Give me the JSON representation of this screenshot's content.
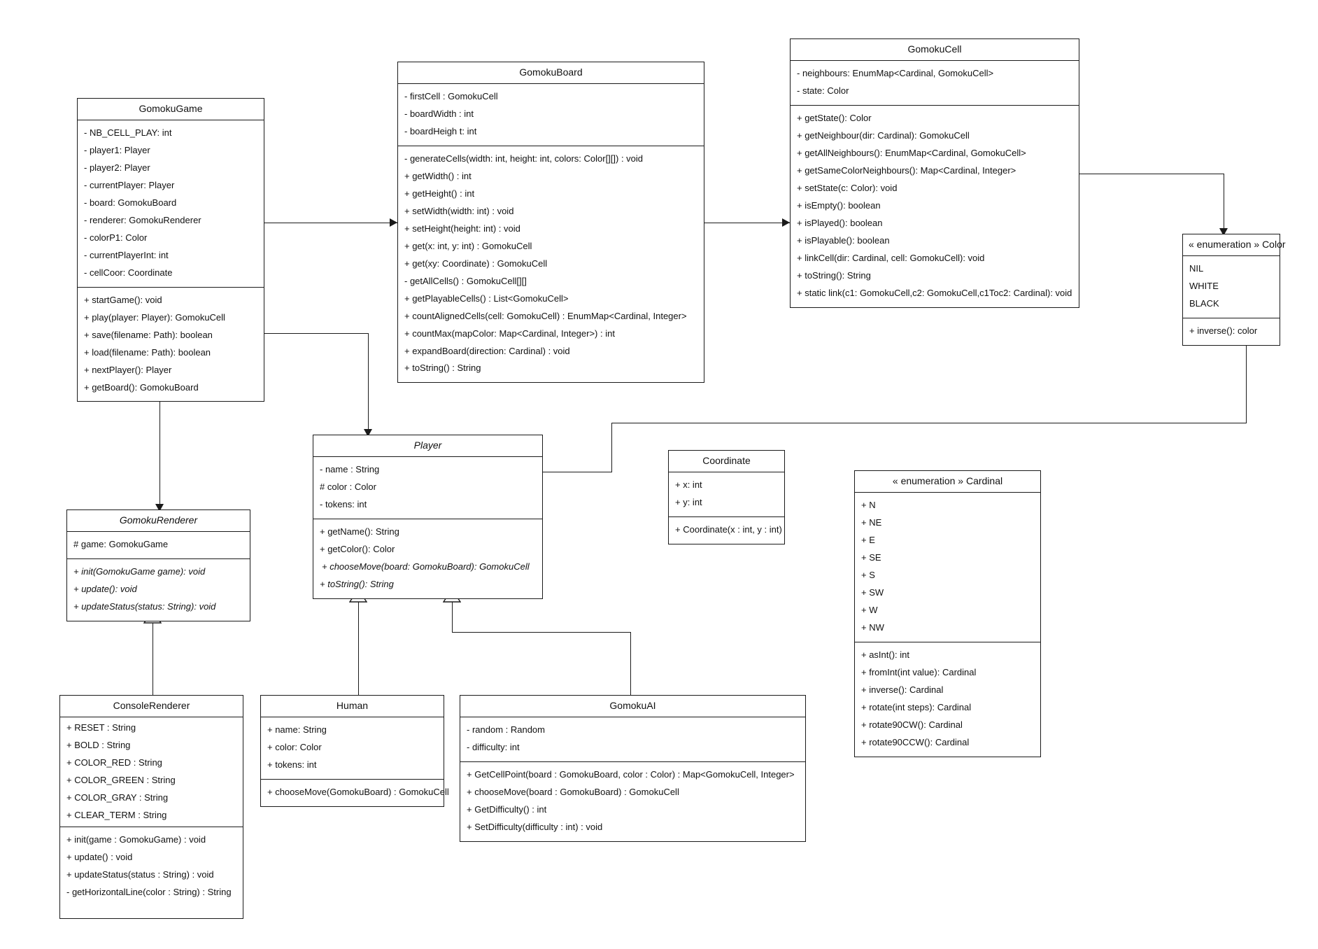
{
  "diagram": {
    "type": "uml-class-diagram",
    "title": "Gomoku class diagram"
  },
  "classes": {
    "gomoku_game": {
      "name": "GomokuGame",
      "attributes": [
        "- NB_CELL_PLAY: int",
        "- player1: Player",
        "- player2: Player",
        "- currentPlayer: Player",
        "- board: GomokuBoard",
        "- renderer: GomokuRenderer",
        "- colorP1: Color",
        "- currentPlayerInt: int",
        "- cellCoor: Coordinate"
      ],
      "methods": [
        "+ startGame(): void",
        "+ play(player: Player): GomokuCell",
        "+ save(filename: Path): boolean",
        "+ load(filename: Path): boolean",
        "+ nextPlayer(): Player",
        "+ getBoard(): GomokuBoard"
      ]
    },
    "gomoku_board": {
      "name": "GomokuBoard",
      "attributes": [
        "- firstCell : GomokuCell",
        "- boardWidth : int",
        "- boardHeigh t: int"
      ],
      "methods": [
        "- generateCells(width: int, height: int, colors: Color[][]) : void",
        "+ getWidth() : int",
        "+ getHeight() : int",
        "+ setWidth(width: int) : void",
        "+ setHeight(height: int) : void",
        "+ get(x: int, y: int) : GomokuCell",
        "+ get(xy: Coordinate) : GomokuCell",
        "- getAllCells() : GomokuCell[][]",
        "+ getPlayableCells() : List<GomokuCell>",
        "+ countAlignedCells(cell: GomokuCell) : EnumMap<Cardinal, Integer>",
        "+ countMax(mapColor: Map<Cardinal, Integer>) : int",
        "+ expandBoard(direction: Cardinal) : void",
        "+ toString() : String"
      ]
    },
    "gomoku_cell": {
      "name": "GomokuCell",
      "attributes": [
        "- neighbours: EnumMap<Cardinal, GomokuCell>",
        "- state: Color"
      ],
      "methods": [
        "+ getState(): Color",
        "+ getNeighbour(dir: Cardinal): GomokuCell",
        "+ getAllNeighbours(): EnumMap<Cardinal, GomokuCell>",
        "+ getSameColorNeighbours(): Map<Cardinal, Integer>",
        "+ setState(c: Color): void",
        "+ isEmpty(): boolean",
        "+ isPlayed(): boolean",
        "+ isPlayable(): boolean",
        "+ linkCell(dir: Cardinal, cell: GomokuCell): void",
        "+ toString(): String",
        "+ static link(c1: GomokuCell,c2: GomokuCell,c1Toc2: Cardinal): void"
      ]
    },
    "color_enum": {
      "name": "« enumeration » Color",
      "attributes": [
        "NIL",
        "WHITE",
        "BLACK"
      ],
      "methods": [
        "+ inverse(): color"
      ]
    },
    "player": {
      "name": "Player",
      "abstract": true,
      "attributes": [
        "- name : String",
        "# color : Color",
        "- tokens: int"
      ],
      "methods": [
        "+ getName(): String",
        "+ getColor(): Color",
        "+ chooseMove(board: GomokuBoard): GomokuCell",
        "+ toString(): String"
      ],
      "abstract_methods": [
        "+ chooseMove(board: GomokuBoard): GomokuCell",
        "+ toString(): String"
      ]
    },
    "coordinate": {
      "name": "Coordinate",
      "attributes": [
        "+ x: int",
        "+ y: int"
      ],
      "methods": [
        "+ Coordinate(x : int, y : int)"
      ]
    },
    "cardinal_enum": {
      "name": "« enumeration » Cardinal",
      "attributes": [
        "+ N",
        "+ NE",
        "+ E",
        "+ SE",
        "+ S",
        "+ SW",
        "+ W",
        "+ NW"
      ],
      "methods": [
        "+ asInt(): int",
        "+ fromInt(int value): Cardinal",
        "+ inverse(): Cardinal",
        "+ rotate(int steps): Cardinal",
        "+ rotate90CW(): Cardinal",
        "+ rotate90CCW(): Cardinal"
      ]
    },
    "gomoku_renderer": {
      "name": "GomokuRenderer",
      "abstract": true,
      "attributes": [
        "# game: GomokuGame"
      ],
      "methods": [
        "+ init(GomokuGame game): void",
        "+ update(): void",
        "+ updateStatus(status: String): void"
      ]
    },
    "console_renderer": {
      "name": "ConsoleRenderer",
      "attributes": [
        "+ RESET : String",
        "+ BOLD : String",
        "+ COLOR_RED : String",
        "+ COLOR_GREEN : String",
        "+ COLOR_GRAY : String",
        "+ CLEAR_TERM : String"
      ],
      "methods": [
        "+ init(game : GomokuGame) : void",
        "+ update() : void",
        "+ updateStatus(status : String) : void",
        "- getHorizontalLine(color : String) : String"
      ]
    },
    "human": {
      "name": "Human",
      "attributes": [
        "+ name: String",
        "+ color: Color",
        "+ tokens: int"
      ],
      "methods": [
        "+ chooseMove(GomokuBoard) : GomokuCell"
      ]
    },
    "gomoku_ai": {
      "name": "GomokuAI",
      "attributes": [
        "- random : Random",
        "- difficulty: int"
      ],
      "methods": [
        "+ GetCellPoint(board : GomokuBoard, color : Color) : Map<GomokuCell, Integer>",
        "+ chooseMove(board : GomokuBoard) : GomokuCell",
        "+ GetDifficulty() : int",
        "+ SetDifficulty(difficulty : int) : void"
      ]
    }
  },
  "colors": {
    "stroke": "#1a1a1a",
    "text": "#111111",
    "background": "#ffffff"
  }
}
